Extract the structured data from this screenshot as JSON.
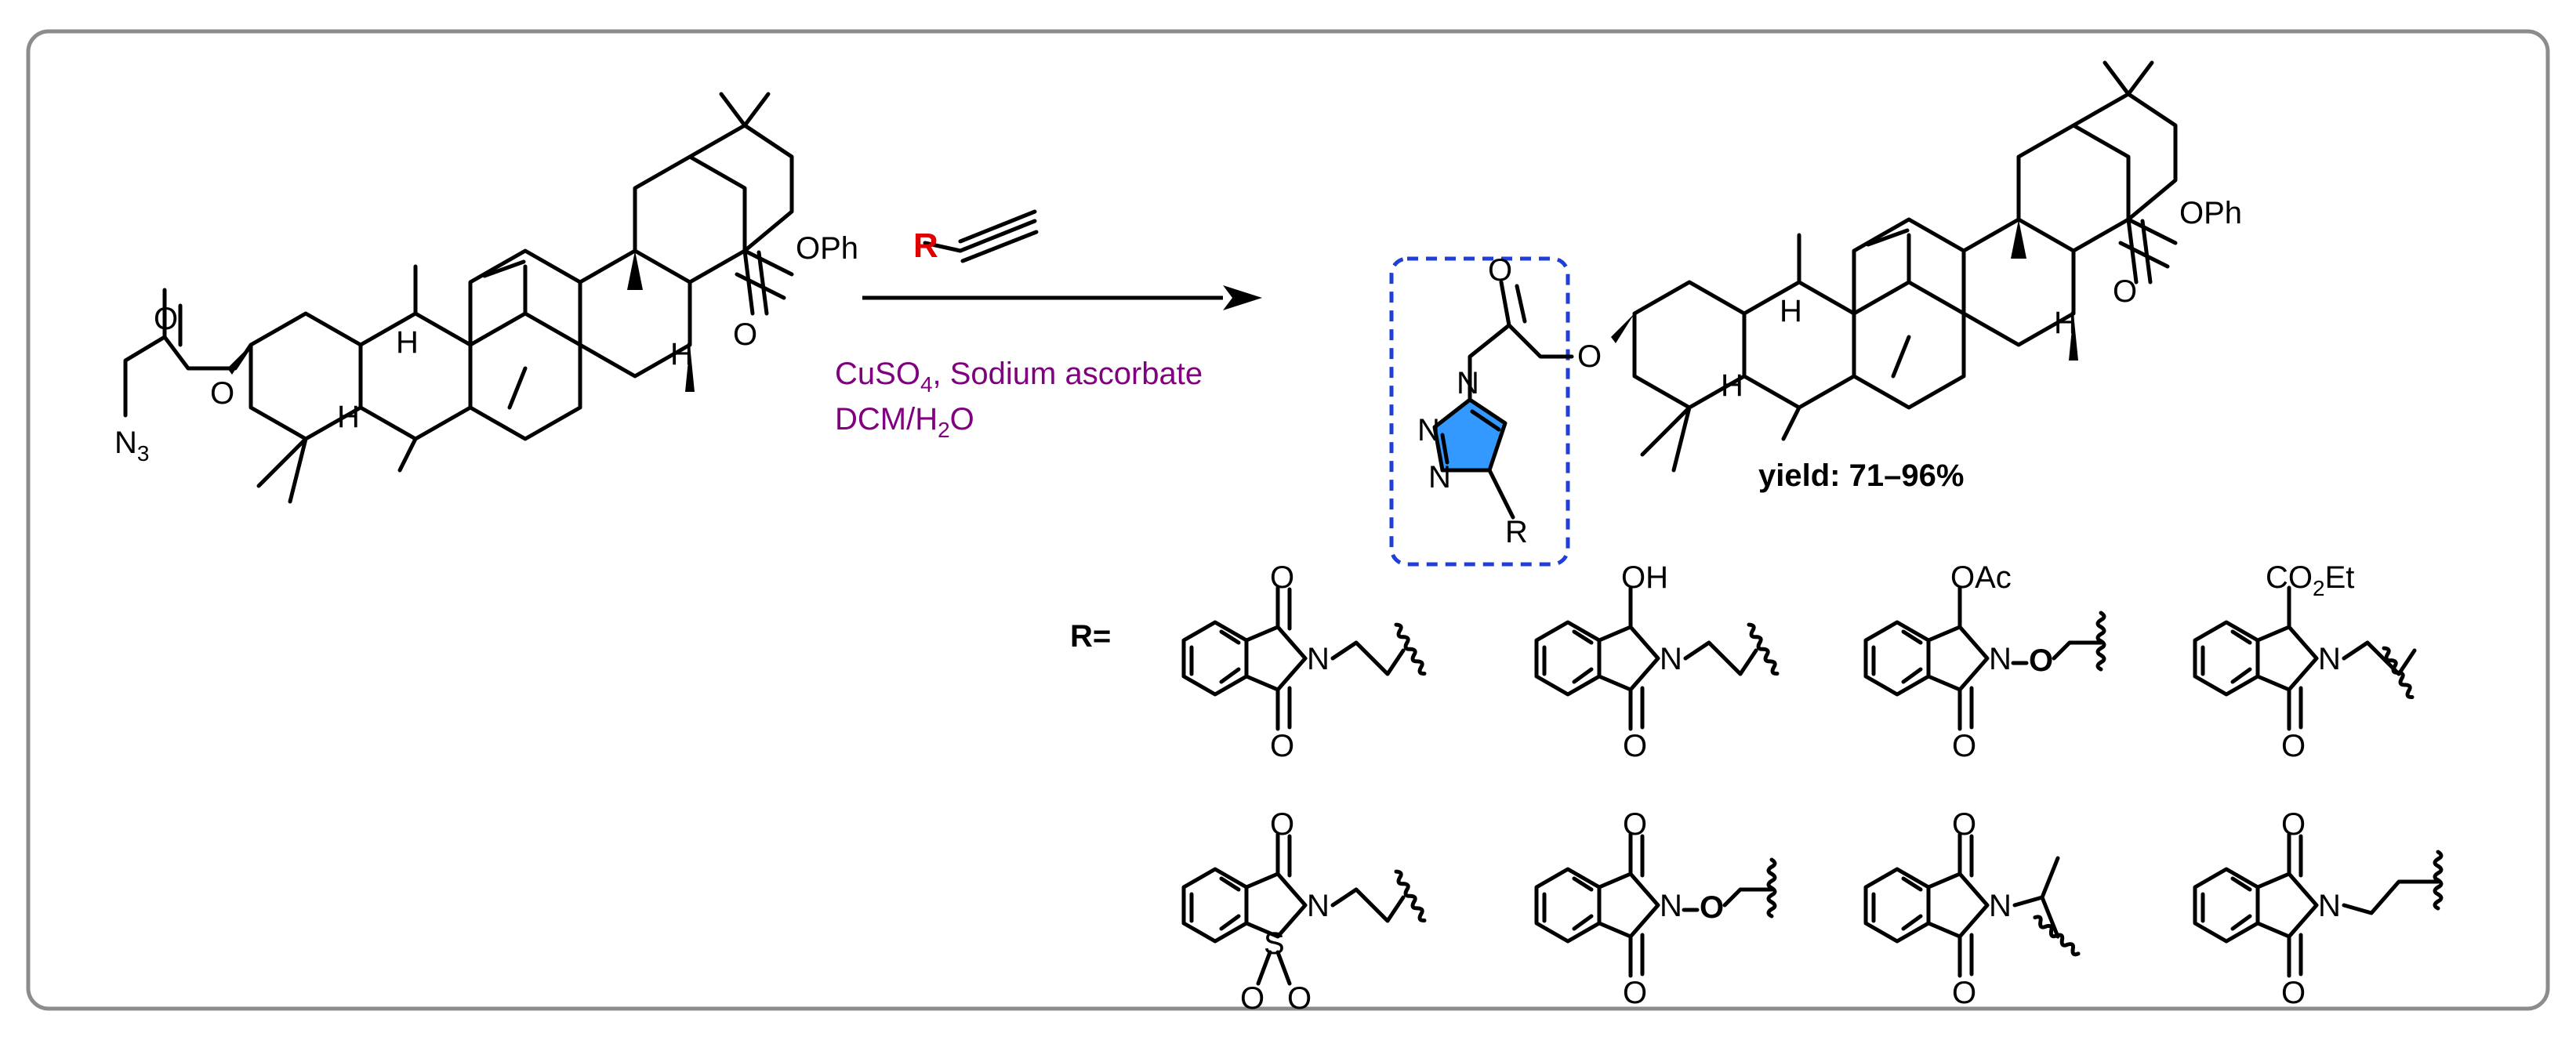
{
  "colors": {
    "frame": "#8c8c8c",
    "conditions": "#800080",
    "R_label": "#e00000",
    "highlight_box": "#1f3fd6",
    "triazole_fill": "#3399ff"
  },
  "reactant": {
    "labels": {
      "oph": "OPh",
      "o_carbonyl": "O",
      "o_ester": "O",
      "o_acyl": "O",
      "n3_main": "N",
      "n3_sub": "3",
      "h1": "H",
      "h2": "H",
      "h3": "H"
    }
  },
  "reagent": {
    "r_label": "R"
  },
  "conditions": {
    "line1_main": "CuSO",
    "line1_sub": "4",
    "line1_rest": ", Sodium ascorbate",
    "line2_main": "DCM/H",
    "line2_sub": "2",
    "line2_rest": "O"
  },
  "product": {
    "labels": {
      "oph": "OPh",
      "o_carbonyl": "O",
      "o_ester": "O",
      "o_acyl": "O",
      "h1": "H",
      "h2": "H",
      "h3": "H",
      "n1": "N",
      "n2": "N",
      "n3": "N",
      "r": "R"
    },
    "yield": "yield: 71–96%"
  },
  "substituents": {
    "r_prefix": "R=",
    "items": [
      {
        "o_top": "O",
        "o_bottom": "O",
        "n": "N"
      },
      {
        "top": "OH",
        "o_bottom": "O",
        "n": "N"
      },
      {
        "top": "OAc",
        "o_bottom": "O",
        "n": "N",
        "o_link": "O"
      },
      {
        "top_main": "CO",
        "top_sub": "2",
        "top_rest": "Et",
        "o_bottom": "O",
        "n": "N"
      },
      {
        "o_top": "O",
        "n": "N",
        "s": "S",
        "o_s1": "O",
        "o_s2": "O"
      },
      {
        "o_top": "O",
        "o_bottom": "O",
        "n": "N",
        "o_link": "O"
      },
      {
        "o_top": "O",
        "o_bottom": "O",
        "n": "N"
      },
      {
        "o_top": "O",
        "o_bottom": "O",
        "n": "N"
      }
    ]
  }
}
